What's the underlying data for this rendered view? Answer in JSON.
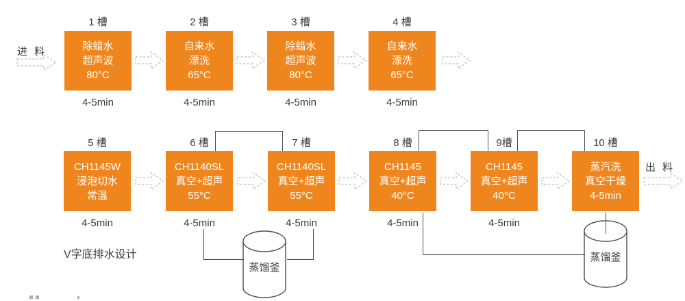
{
  "diagram": {
    "feed_label": "进 料",
    "discharge_label": "出 料",
    "drain_note": "V字底排水设计",
    "tanks": [
      {
        "label": "1 槽",
        "lines": [
          "除蜡水",
          "超声波",
          "80°C"
        ],
        "duration": "4-5min"
      },
      {
        "label": "2 槽",
        "lines": [
          "自来水",
          "漂洗",
          "65°C"
        ],
        "duration": "4-5min"
      },
      {
        "label": "3 槽",
        "lines": [
          "除蜡水",
          "超声波",
          "80°C"
        ],
        "duration": "4-5min"
      },
      {
        "label": "4 槽",
        "lines": [
          "自来水",
          "漂洗",
          "65°C"
        ],
        "duration": "4-5min"
      },
      {
        "label": "5 槽",
        "lines": [
          "CH1145W",
          "浸泡切水",
          "常温"
        ],
        "duration": "4-5min"
      },
      {
        "label": "6 槽",
        "lines": [
          "CH1140SL",
          "真空+超声",
          "55°C"
        ],
        "duration": "4-5min"
      },
      {
        "label": "7 槽",
        "lines": [
          "CH1140SL",
          "真空+超声",
          "55°C"
        ],
        "duration": "4-5min"
      },
      {
        "label": "8 槽",
        "lines": [
          "CH1145",
          "真空+超声",
          "40°C"
        ],
        "duration": "4-5min"
      },
      {
        "label": "9槽",
        "lines": [
          "CH1145",
          "真空+超声",
          "40°C"
        ],
        "duration": "4-5min"
      },
      {
        "label": "10 槽",
        "lines": [
          "蒸汽洗",
          "真空干燥",
          "4-5min"
        ]
      }
    ],
    "kettles": [
      {
        "label": "蒸馏釜"
      },
      {
        "label": "蒸馏釜"
      }
    ],
    "colors": {
      "tank_fill": "#EF861D",
      "line": "#4D4D4D",
      "arrow_outline": "#C5C5C5",
      "text": "#3B3B3B",
      "tank_text": "#FFFFFF"
    }
  }
}
